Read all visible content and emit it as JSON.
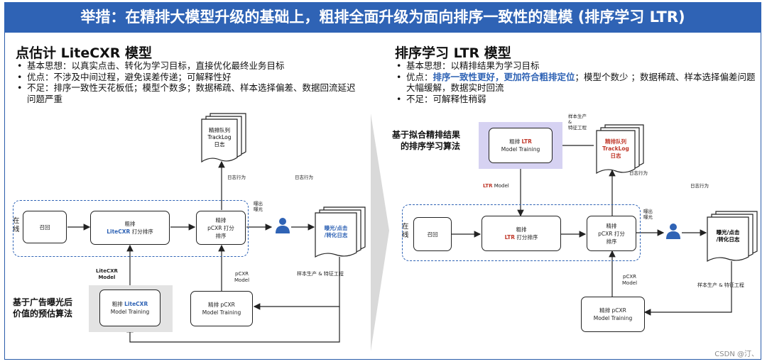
{
  "banner": "举措：在精排大模型升级的基础上，粗排全面升级为面向排序一致性的建模 (排序学习 LTR)",
  "left": {
    "title": "点估计 LiteCXR 模型",
    "bullets": [
      "基本思想：以真实点击、转化为学习目标，直接优化最终业务目标",
      "优点：不涉及中间过程，避免误差传递；可解释性好",
      "不足：排序一致性天花板低；模型个数多；数据稀疏、样本选择偏差、数据回流延迟问题严重"
    ],
    "online": "在线",
    "recall": "召回",
    "rough_line1": "粗排",
    "rough_line2_blue": "LiteCXR",
    "rough_line2_rest": " 打分排序",
    "fine_line1": "精排",
    "fine_line2": "pCXR 打分",
    "fine_line3": "排序",
    "exposure": "曝出\n曝光",
    "log_doc": "曝光/点击\n/转化日志",
    "track_doc": "精排队列\nTrackLog\n日志",
    "log_behavior1": "日志行为",
    "log_behavior2": "日志行为",
    "sample_label": "样本生产 & 特征工程",
    "litecxr_model": "LiteCXR\nModel",
    "pcxr_model": "pCXR\nModel",
    "lite_train_line1": "粗排 ",
    "lite_train_blue": "LiteCXR",
    "lite_train_line2": "Model Training",
    "fine_train_line1": "精排 pCXR",
    "fine_train_line2": "Model Training",
    "algo": "基于广告曝光后\n价值的预估算法"
  },
  "right": {
    "title": "排序学习 LTR 模型",
    "bullets": [
      {
        "plain": "基本思想：以精排结果为学习目标"
      },
      {
        "prefix": "优点：",
        "hl": "排序一致性更好，更加符合粗排定位",
        "rest": "；模型个数少 ；数据稀疏、样本选择偏差问题大幅缓解，数据实时回流"
      },
      {
        "plain": "不足：可解释性稍弱"
      }
    ],
    "online": "在线",
    "recall": "召回",
    "rough_line1": "粗排",
    "rough_line2_red": "LTR",
    "rough_line2_rest": " 打分排序",
    "fine_line1": "精排",
    "fine_line2": "pCXR 打分",
    "fine_line3": "排序",
    "exposure": "曝出\n曝光",
    "log_doc": "曝光/点击\n/转化日志",
    "track_doc": "精排队列\nTrackLog\n日志",
    "sample_top": "样本生产\n&\n特征工程",
    "log_behavior1": "日志行为",
    "log_behavior2": "日志行为",
    "sample_label": "样本生产 & 特征工程",
    "ltr_model_red": "LTR",
    "ltr_model_rest": " Model",
    "pcxr_model": "pCXR\nModel",
    "ltr_train_line1": "粗排 ",
    "ltr_train_red": "LTR",
    "ltr_train_line2": "Model Training",
    "fine_train_line1": "精排 pCXR",
    "fine_train_line2": "Model Training",
    "algo": "基于拟合精排结果\n的排序学习算法"
  },
  "watermark": "CSDN @汀、"
}
